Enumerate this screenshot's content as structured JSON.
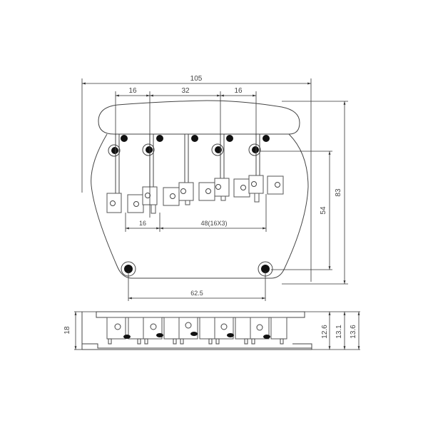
{
  "diagram": {
    "subject": "5-string bass bridge technical drawing",
    "units": "mm",
    "top_view": {
      "dimensions": {
        "overall_width": "105",
        "spacing_left": "16",
        "spacing_middle": "32",
        "spacing_right": "16",
        "saddle_offset": "16",
        "string_spacing_total": "48(16X3)",
        "mount_hole_spacing": "62.5",
        "saddle_to_hole_height": "54",
        "overall_length": "83"
      },
      "string_count": 5
    },
    "side_view": {
      "dimensions": {
        "overall_height": "18",
        "height_a": "12.6",
        "height_b": "13.1",
        "height_c": "13.6"
      }
    },
    "colors": {
      "line": "#444444",
      "fill_dark": "#111111",
      "background": "#ffffff"
    }
  }
}
